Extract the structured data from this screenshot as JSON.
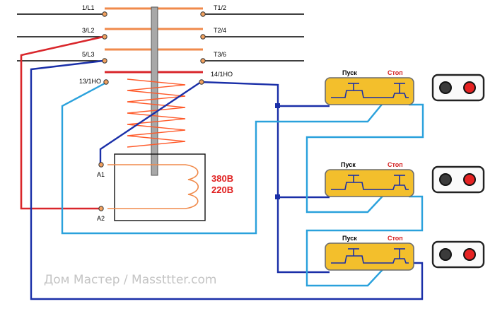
{
  "terminals": {
    "l1": "1/L1",
    "l2": "3/L2",
    "l3": "5/L3",
    "no13": "13/1НО",
    "t1": "T1/2",
    "t2": "T2/4",
    "t3": "T3/6",
    "no14": "14/1НО",
    "a1": "A1",
    "a2": "A2"
  },
  "coil_voltage": {
    "line1": "380В",
    "line2": "220В"
  },
  "buttons": [
    {
      "start_label": "Пуск",
      "stop_label": "Стоп"
    },
    {
      "start_label": "Пуск",
      "stop_label": "Стоп"
    },
    {
      "start_label": "Пуск",
      "stop_label": "Стоп"
    }
  ],
  "watermark": "Дом Мастер / Massttter.com",
  "colors": {
    "red_wire": "#d9262b",
    "blue_wire": "#1a2fa8",
    "light_blue_wire": "#2aa1dc",
    "contact_bar": "#f08a4b",
    "spring": "#ff5a2a",
    "button_body": "#f3bf2c",
    "stop_label": "#d52020",
    "start_label": "#000000"
  }
}
